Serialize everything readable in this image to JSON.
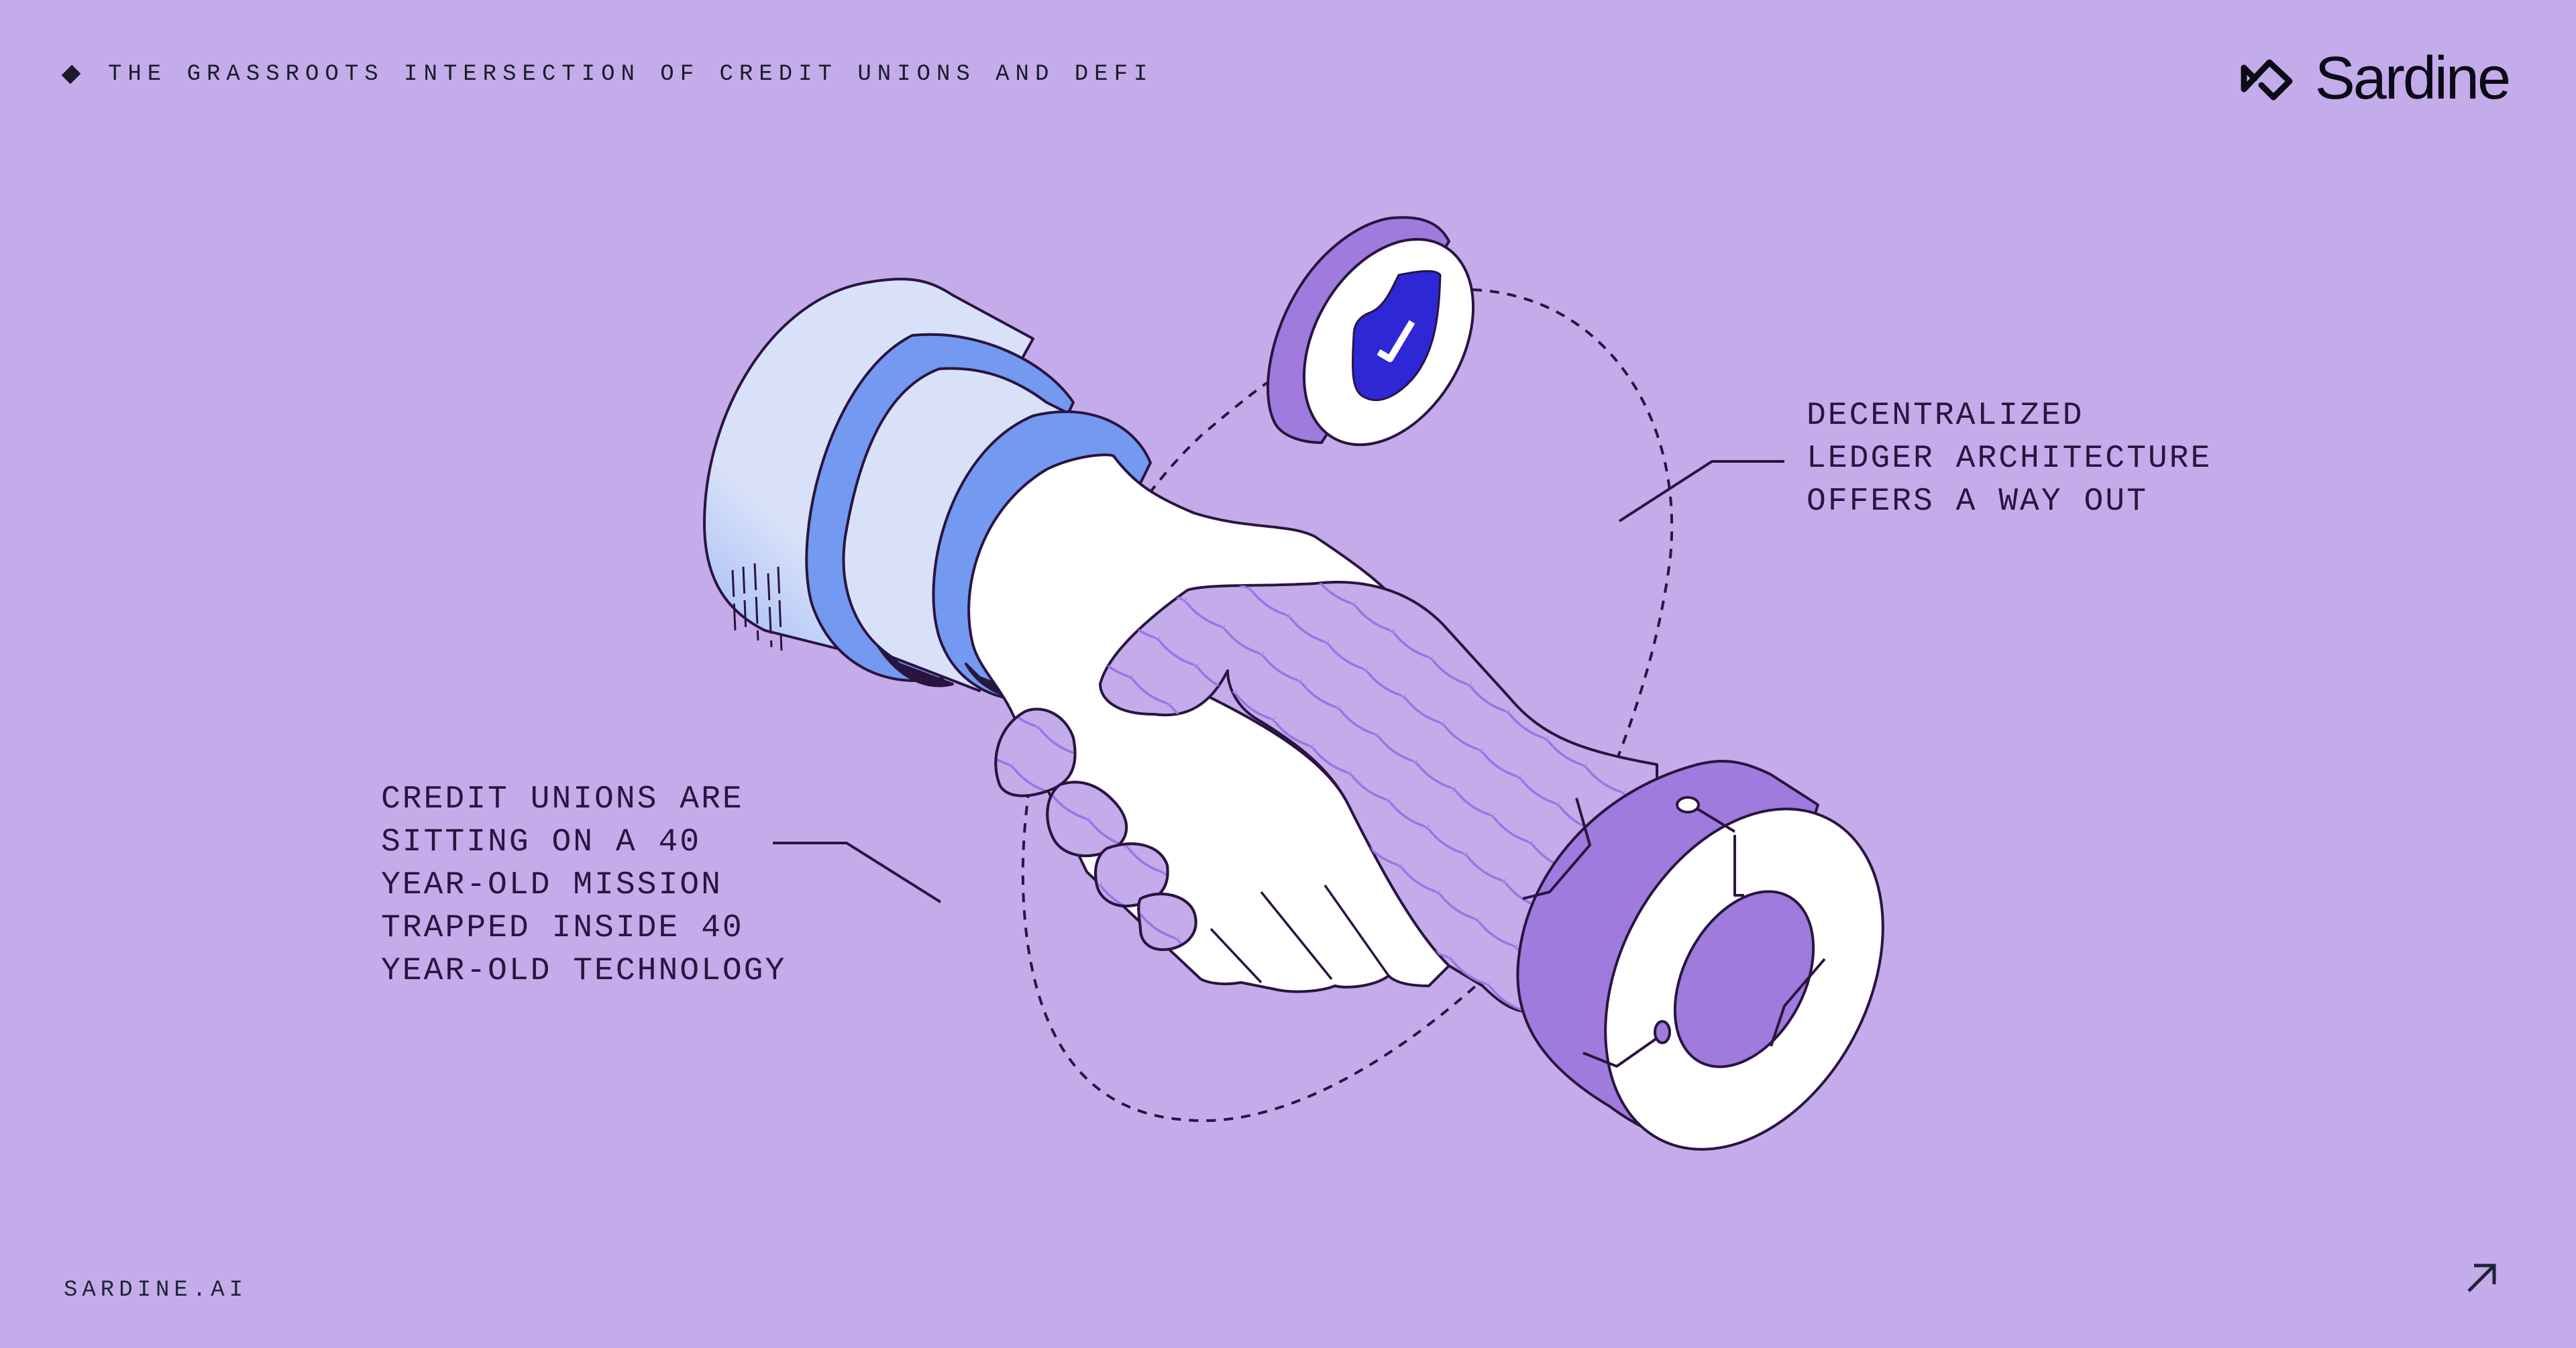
{
  "header": {
    "eyebrow": "THE GRASSROOTS INTERSECTION OF CREDIT UNIONS AND DEFI",
    "eyebrow_icon": "diamond-bullet-icon",
    "logo_text": "Sardine",
    "logo_icon": "sardine-logo-mark-icon"
  },
  "callouts": {
    "right": "DECENTRALIZED\nLEDGER ARCHITECTURE\nOFFERS A WAY OUT",
    "left": "CREDIT UNIONS ARE\nSITTING ON A 40\nYEAR-OLD MISSION\nTRAPPED INSIDE 40\nYEAR-OLD TECHNOLOGY"
  },
  "illustration": {
    "subject": "isometric handshake between a traditional sleeved hand and a gridded digital hand",
    "badge_icon": "shield-check-icon",
    "colors": {
      "background": "#c4acea",
      "outline": "#2a1440",
      "sleeve_light": "#d8e1f8",
      "sleeve_band": "#7399f0",
      "digital_purple": "#9e7bdc",
      "grid_line": "#9a74e3",
      "shield_blue": "#2e27d6",
      "white": "#ffffff"
    }
  },
  "footer": {
    "url": "SARDINE.AI",
    "arrow_icon": "arrow-up-right-icon"
  }
}
